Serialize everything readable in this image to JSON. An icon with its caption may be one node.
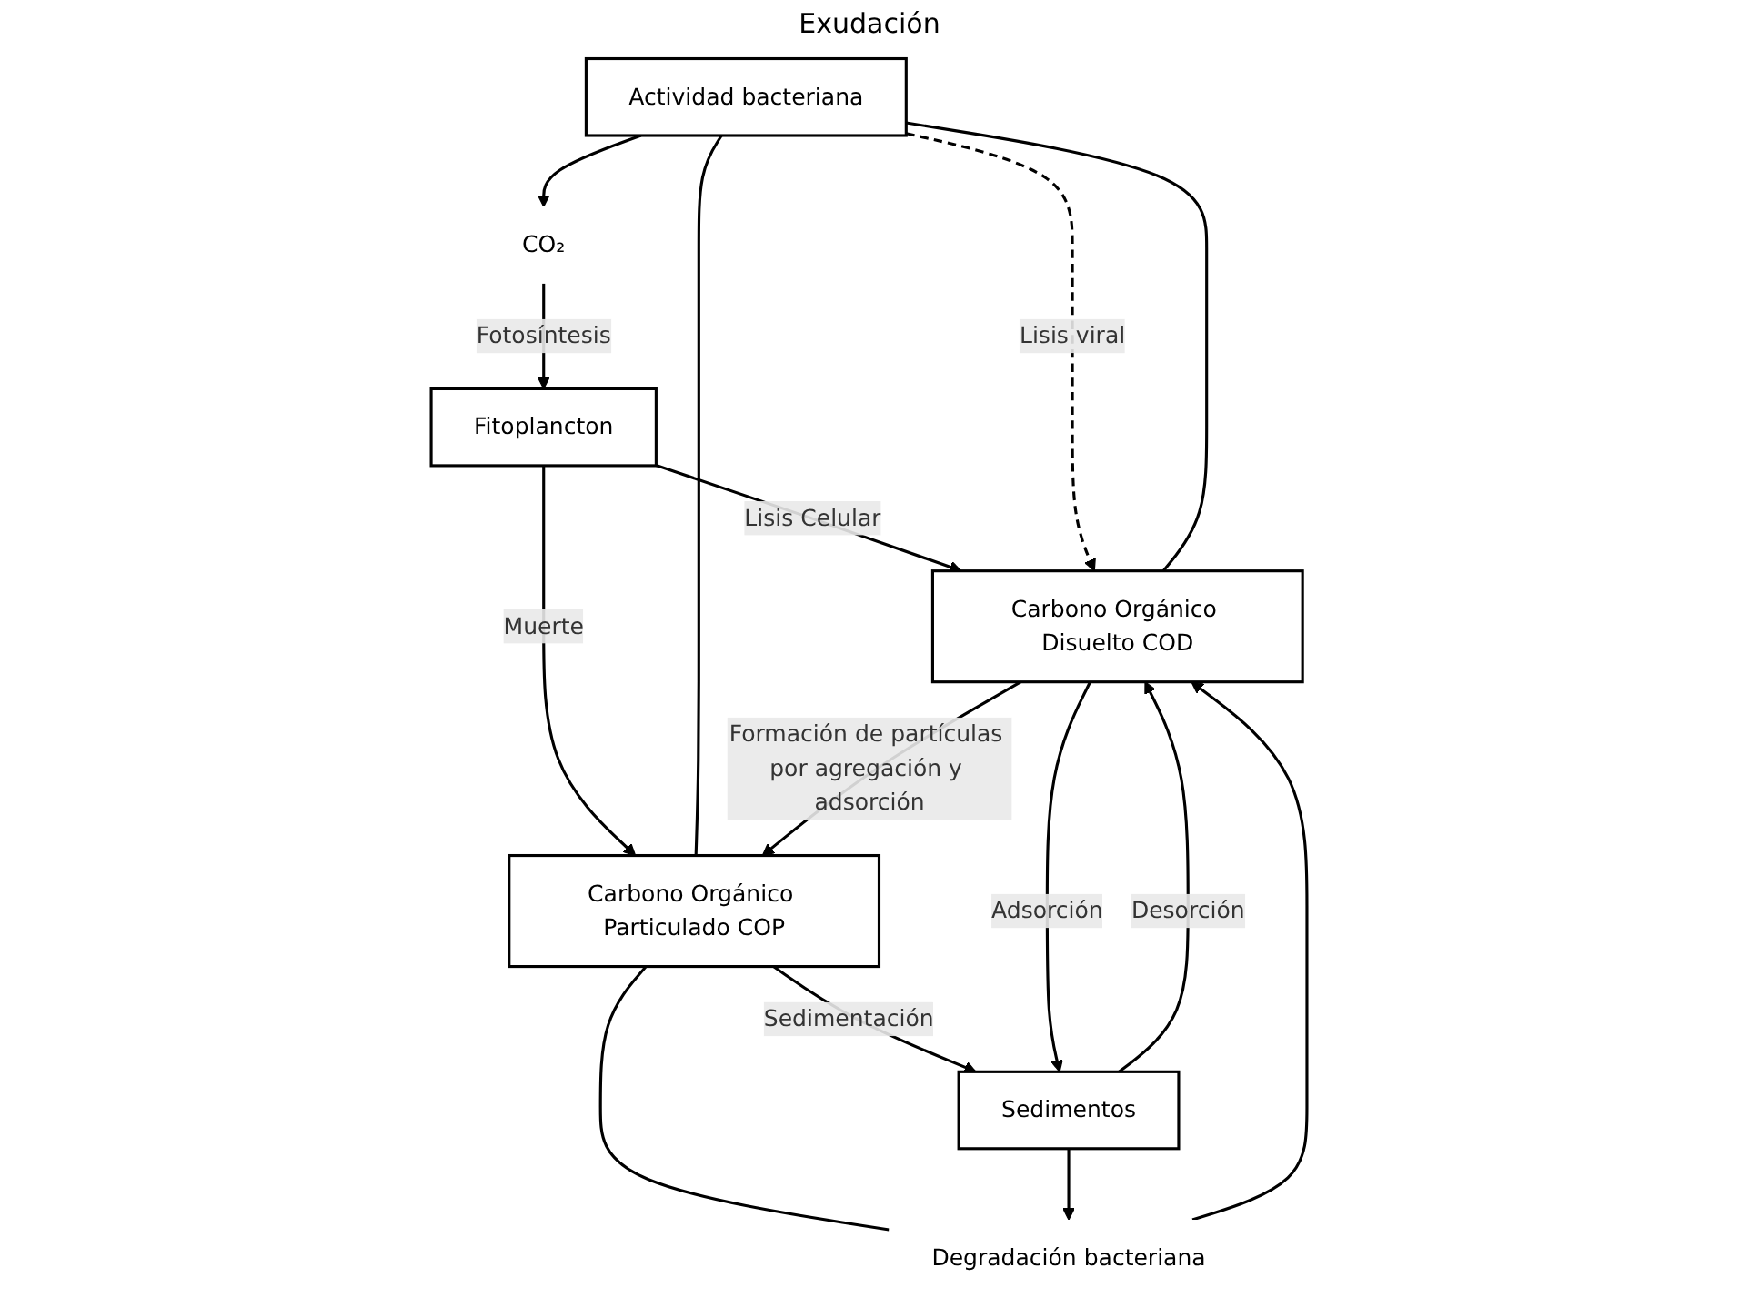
{
  "diagram": {
    "nodes": [
      {
        "text": [
          "Fitoplancton"
        ]
      },
      {
        "text": [
          "CO₂"
        ]
      },
      {
        "text": [
          "Carbono Orgánico Disuelto COD"
        ]
      },
      {
        "text": [
          "Actividad bacteriana"
        ]
      },
      {
        "text": [
          "Carbono Orgánico Particulado COP"
        ]
      },
      {
        "text": [
          "Degradación bacteriana"
        ]
      },
      {
        "text": [
          "Sedimentos"
        ]
      }
    ],
    "edges": [
      {
        "from": 0,
        "to": 2,
        "arrow": "to",
        "label": "Lisis Celular"
      },
      {
        "from": 0,
        "to": 4,
        "arrow": "to",
        "label": "Muerte"
      },
      {
        "from": 3,
        "to": 1,
        "arrow": "to"
      },
      {
        "from": 1,
        "to": 0,
        "arrow": "to",
        "label": "Fotosíntesis"
      },
      {
        "from": 3,
        "to": 2,
        "arrow": "to",
        "label": "Lisis viral",
        "style": "dashed"
      },
      {
        "from": 3,
        "to": 2,
        "arrow": "none"
      },
      {
        "from": 3,
        "to": 4,
        "arrow": "none"
      },
      {
        "from": 2,
        "to": 4,
        "arrow": "to",
        "label": "Formación de partículas por agregación y adsorción"
      },
      {
        "from": 4,
        "to": 5,
        "arrow": "none"
      },
      {
        "from": 5,
        "to": 2,
        "arrow": "to"
      },
      {
        "from": 6,
        "to": 5,
        "arrow": "to"
      },
      {
        "from": 4,
        "to": 6,
        "arrow": "to",
        "label": "Sedimentación"
      },
      {
        "from": 2,
        "to": 6,
        "arrow": "to",
        "label": "Adsorción"
      },
      {
        "from": 6,
        "to": 2,
        "arrow": "to",
        "label": "Desorción"
      }
    ],
    "labels": [
      "Exudación"
    ]
  }
}
